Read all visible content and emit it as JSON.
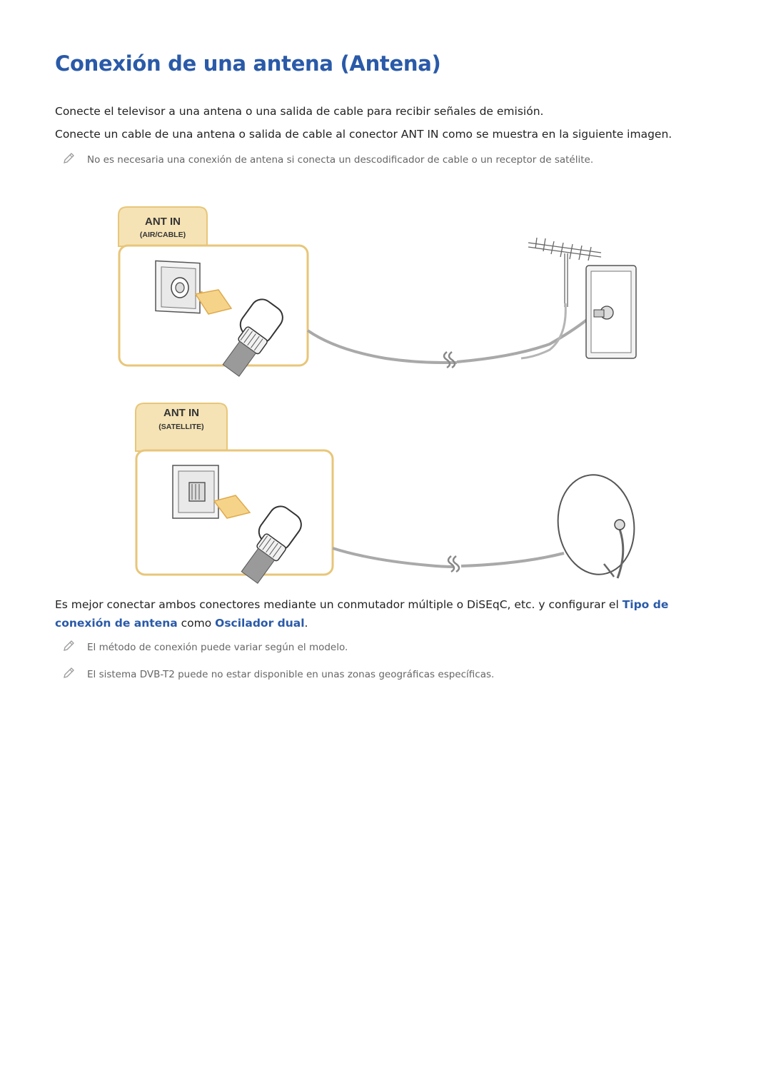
{
  "page": {
    "title": "Conexión de una antena (Antena)",
    "intro_1": "Conecte el televisor a una antena o una salida de cable para recibir señales de emisión.",
    "intro_2": "Conecte un cable de una antena o salida de cable al conector ANT IN como se muestra en la siguiente imagen.",
    "note_1": "No es necesaria una conexión de antena si conecta un descodificador de cable o un receptor de satélite.",
    "para_pre": "Es mejor conectar ambos conectores mediante un conmutador múltiple o DiSEqC, etc. y configurar el ",
    "link_1": "Tipo de conexión de antena",
    "para_mid": " como ",
    "link_2": "Oscilador dual",
    "para_post": ".",
    "note_2": "El método de conexión puede variar según el modelo.",
    "note_3": "El sistema DVB-T2 puede no estar disponible en unas zonas geográficas específicas."
  },
  "diagram": {
    "port_1": {
      "label": "ANT IN",
      "sublabel": "(AIR/CABLE)"
    },
    "port_2": {
      "label": "ANT IN",
      "sublabel": "(SATELLITE)"
    }
  },
  "icons": {
    "note_icon": "pencil-icon",
    "antenna": "tv-antenna-icon",
    "wall_outlet": "wall-outlet-icon",
    "dish": "satellite-dish-icon"
  },
  "colors": {
    "title_blue": "#2a5aa8",
    "tab_fill": "#f5e3b5",
    "tab_border": "#e8c679",
    "note_grey": "#666666"
  }
}
